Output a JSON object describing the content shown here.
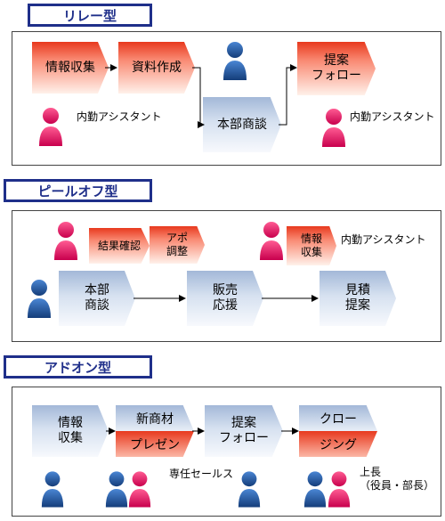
{
  "relay": {
    "title": "リレー型",
    "steps": [
      "情報収集",
      "資料作成",
      "本部商談",
      "提案\nフォロー"
    ],
    "assistant_label_1": "内勤アシスタント",
    "assistant_label_2": "内勤アシスタント"
  },
  "peeloff": {
    "title": "ピールオフ型",
    "assist_steps": [
      "結果確認",
      "アポ\n調整",
      "情報\n収集"
    ],
    "main_steps": [
      "本部\n商談",
      "販売\n応援",
      "見積\n提案"
    ],
    "assistant_label": "内勤アシスタント"
  },
  "addon": {
    "title": "アドオン型",
    "steps": [
      {
        "top": "情報\n収集"
      },
      {
        "top": "新商材",
        "bottom": "プレゼン"
      },
      {
        "top": "提案\nフォロー"
      },
      {
        "top": "クロー",
        "bottom": "ジング"
      }
    ],
    "sales_label": "専任セールス",
    "boss_label": "上長\n（役員・部長）"
  },
  "colors": {
    "accent_red": "#e8391e",
    "accent_blue": "#3a6fb5",
    "title_border": "#1f2f8a"
  }
}
